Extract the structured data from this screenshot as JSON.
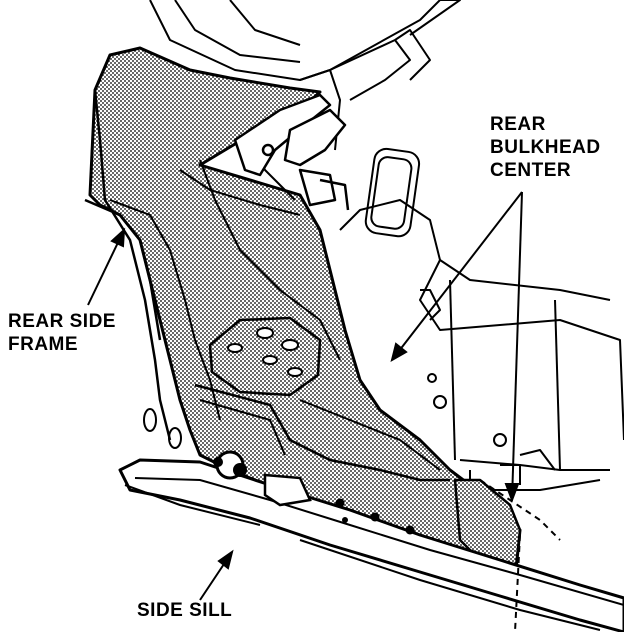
{
  "labels": {
    "rear_bulkhead_line1": "REAR",
    "rear_bulkhead_line2": "BULKHEAD",
    "rear_bulkhead_line3": "CENTER",
    "rear_side_frame_line1": "REAR SIDE",
    "rear_side_frame_line2": "FRAME",
    "side_sill": "SIDE SILL"
  },
  "colors": {
    "ink": "#000000",
    "paper": "#ffffff",
    "stipple": "#9a9a9a"
  }
}
